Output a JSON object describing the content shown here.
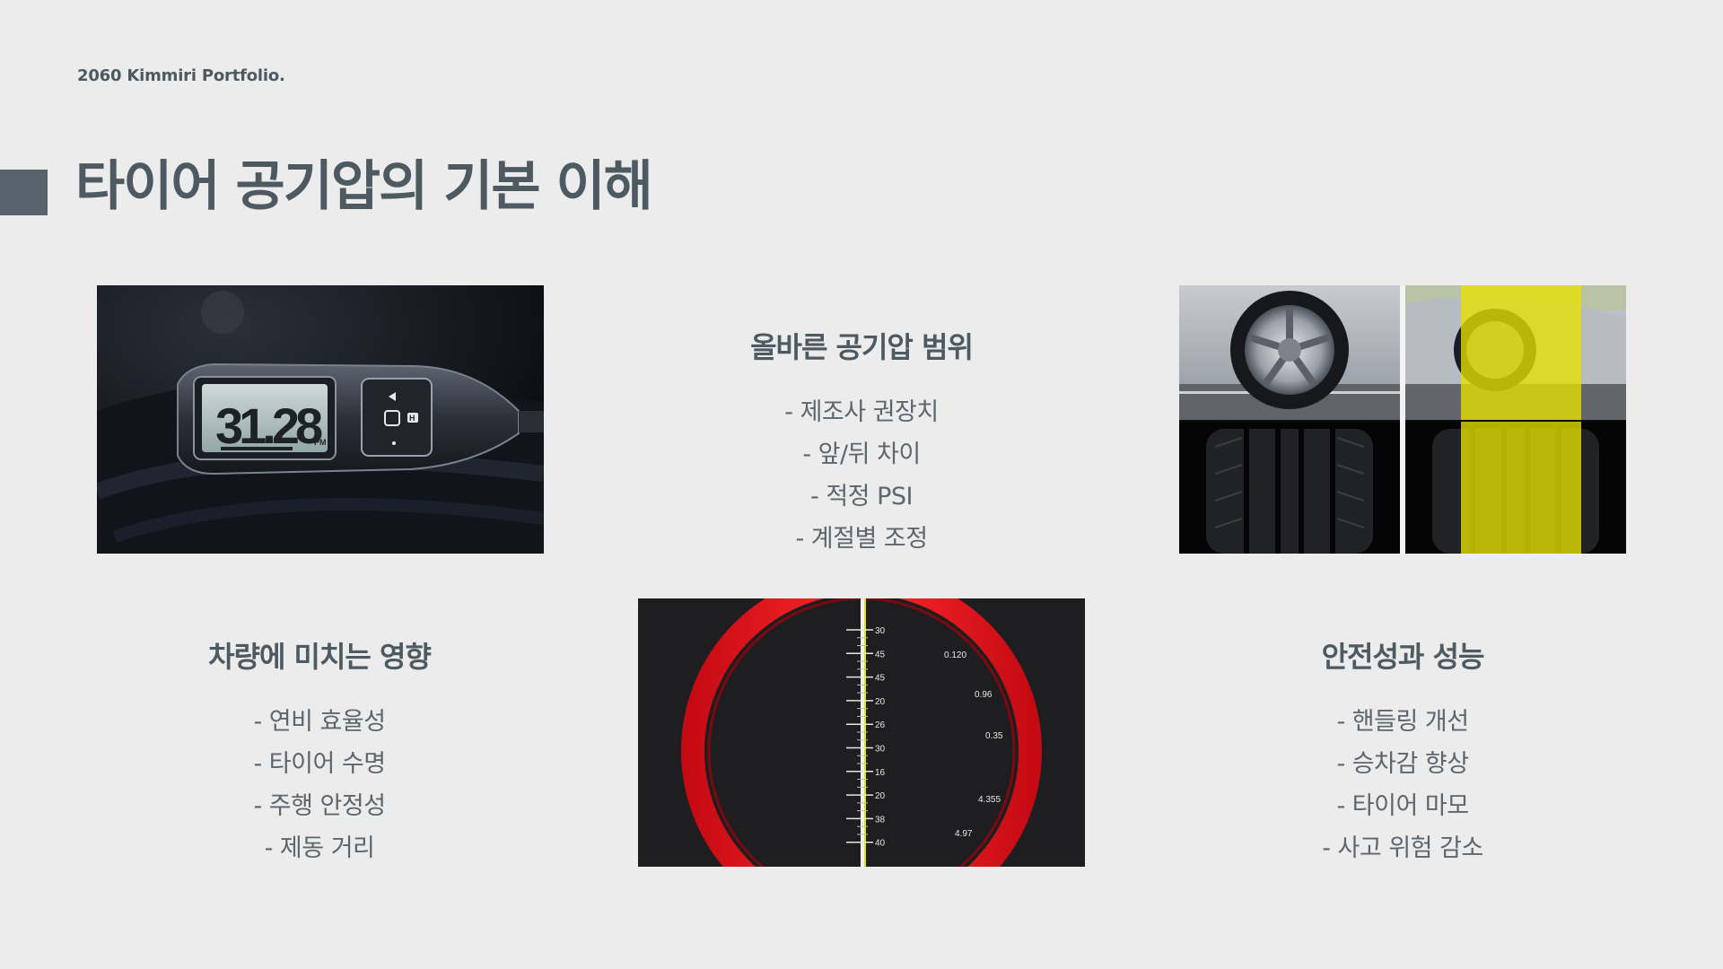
{
  "header": {
    "brand": "2060 Kimmiri Portfolio.",
    "title": "타이어 공기압의 기본 이해"
  },
  "images": {
    "gauge": {
      "display": "31.28",
      "unit": "PM",
      "button": "H"
    },
    "scale": {
      "ticks": [
        "30",
        "45",
        "45",
        "20",
        "26",
        "30",
        "16",
        "20",
        "38",
        "40"
      ],
      "values": [
        "0.120",
        "0.96",
        "0.35",
        "4.355",
        "4.97"
      ]
    }
  },
  "sections": {
    "range": {
      "heading": "올바른 공기압 범위",
      "items": [
        "- 제조사 권장치",
        "- 앞/뒤 차이",
        "- 적정 PSI",
        "- 계절별 조정"
      ]
    },
    "impact": {
      "heading": "차량에 미치는 영향",
      "items": [
        "- 연비 효율성",
        "- 타이어 수명",
        "- 주행 안정성",
        "- 제동 거리"
      ]
    },
    "safety": {
      "heading": "안전성과 성능",
      "items": [
        "- 핸들링 개선",
        "- 승차감 향상",
        "- 타이어 마모",
        "- 사고 위험 감소"
      ]
    }
  },
  "colors": {
    "background": "#ececec",
    "accent": "#56636b",
    "text": "#4e5a62",
    "highlight": "#e8e000",
    "ring": "#d8101a"
  }
}
